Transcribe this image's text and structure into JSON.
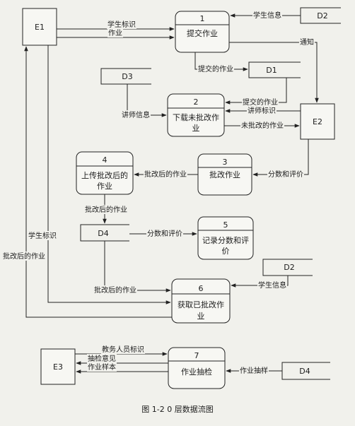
{
  "entities": {
    "e1": "E1",
    "e2": "E2",
    "e3": "E3"
  },
  "stores": {
    "d1": "D1",
    "d2_top": "D2",
    "d3": "D3",
    "d4_mid": "D4",
    "d2_bottom": "D2",
    "d4_bottom": "D4"
  },
  "processes": {
    "p1": {
      "num": "1",
      "name": [
        "提交作业"
      ]
    },
    "p2": {
      "num": "2",
      "name": [
        "下载未批改作",
        "业"
      ]
    },
    "p3": {
      "num": "3",
      "name": [
        "批改作业"
      ]
    },
    "p4": {
      "num": "4",
      "name": [
        "上传批改后的",
        "作业"
      ]
    },
    "p5": {
      "num": "5",
      "name": [
        "记录分数和评",
        "价"
      ]
    },
    "p6": {
      "num": "6",
      "name": [
        "获取已批改作",
        "业"
      ]
    },
    "p7": {
      "num": "7",
      "name": [
        "作业抽检"
      ]
    }
  },
  "flows": {
    "student_id_1": "学生标识",
    "homework": "作业",
    "student_info_1": "学生信息",
    "notify": "通知",
    "submitted_1": "提交的作业",
    "submitted_2": "提交的作业",
    "teacher_id": "讲师标识",
    "teacher_info": "讲师信息",
    "ungraded": "未批改的作业",
    "graded_1": "批改后的作业",
    "score_eval_1": "分数和评价",
    "graded_2": "批改后的作业",
    "score_eval_2": "分数和评价",
    "student_id_2": "学生标识",
    "graded_left": "批改后的作业",
    "graded_3": "批改后的作业",
    "student_info_2": "学生信息",
    "staff_id": "教务人员标识",
    "check_opinion": "抽检意见",
    "hw_sample": "作业样本",
    "hw_sampling": "作业抽样"
  },
  "caption": "图 1-2    0 层数据流图"
}
